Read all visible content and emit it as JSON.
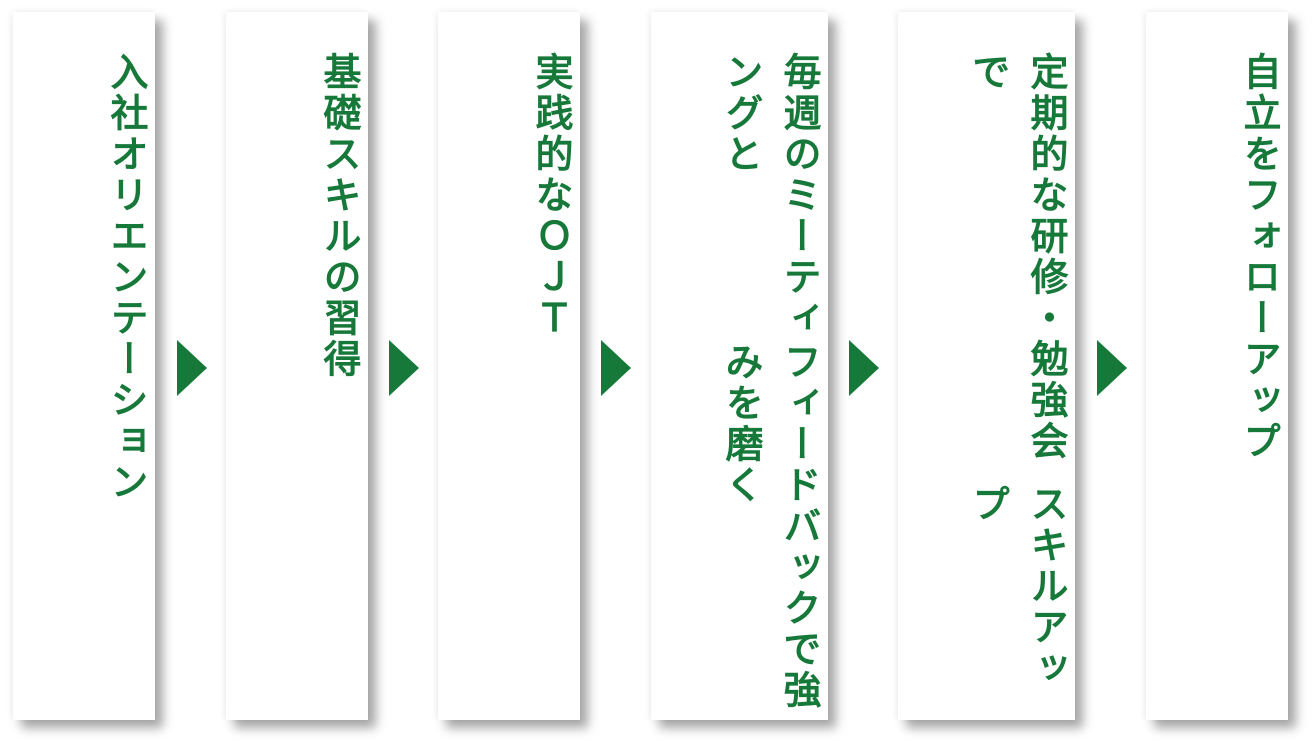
{
  "steps": [
    {
      "lines": [
        "入社オリエンテーション"
      ]
    },
    {
      "lines": [
        "基礎スキルの習得"
      ]
    },
    {
      "lines": [
        "実践的なＯＪＴ"
      ]
    },
    {
      "lines": [
        "毎週のミーティングと",
        "フィードバックで強みを磨く"
      ]
    },
    {
      "lines": [
        "定期的な研修・勉強会で",
        "スキルアップ"
      ]
    },
    {
      "lines": [
        "自立をフォローアップ"
      ]
    }
  ],
  "colors": {
    "accent": "#16793a"
  }
}
